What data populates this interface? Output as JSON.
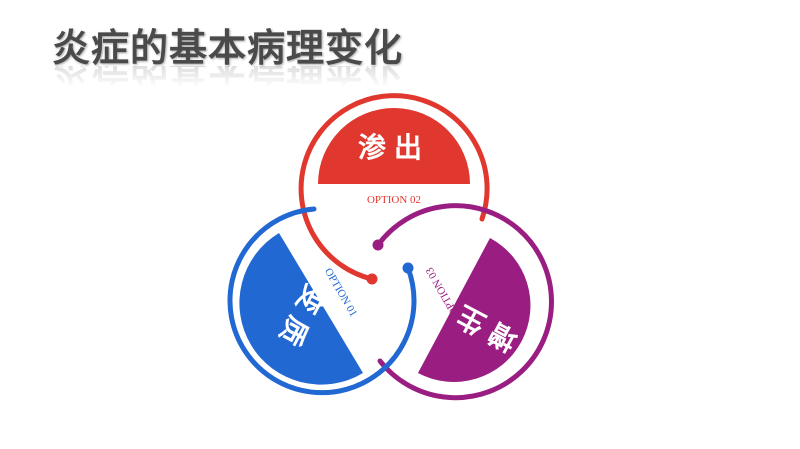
{
  "title": "炎症的基本病理变化",
  "items": [
    {
      "label": "变质",
      "option": "OPTION 01",
      "color": "#2168d3"
    },
    {
      "label": "渗出",
      "option": "OPTION 02",
      "color": "#e0382e"
    },
    {
      "label": "增生",
      "option": "OPTION 03",
      "color": "#9a1e82"
    }
  ]
}
